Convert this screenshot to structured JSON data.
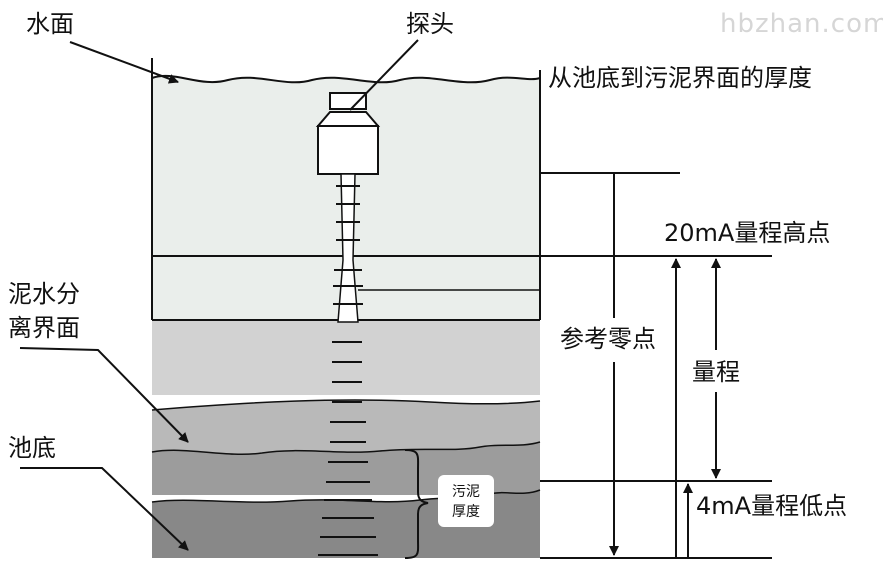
{
  "watermark": "hbzhan.com",
  "labels": {
    "water_surface": "水面",
    "probe": "探头",
    "sludge_thickness_from_bottom": "从池底到污泥界面的厚度",
    "range_high_20ma": "20mA量程高点",
    "mud_water_interface_line1": "泥水分",
    "mud_water_interface_line2": "离界面",
    "reference_zero": "参考零点",
    "range": "量程",
    "tank_bottom": "池底",
    "sludge_thickness_line1": "污泥",
    "sludge_thickness_line2": "厚度",
    "range_low_4ma": "4mA量程低点"
  },
  "colors": {
    "water": "#eaeeeb",
    "turbid_layer": "#d2d2d2",
    "mid_layer": "#b9b9b9",
    "sludge_upper": "#9c9c9c",
    "sludge_lower": "#888888",
    "line": "#111111"
  }
}
